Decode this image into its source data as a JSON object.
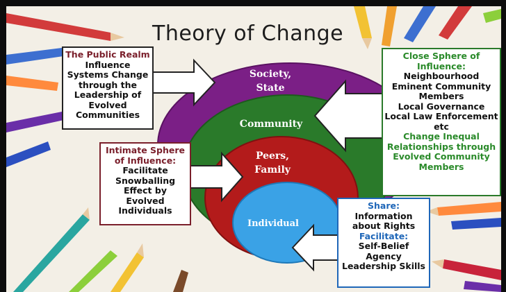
{
  "title": "Theory of Change",
  "rings": {
    "society": [
      "Society,",
      "State"
    ],
    "community": "Community",
    "peers": [
      "Peers,",
      "Family"
    ],
    "individual": "Individual"
  },
  "public_realm": {
    "lines": [
      "The Public Realm",
      "Influence",
      "Systems Change",
      "through the",
      "Leadership of",
      "Evolved",
      "Communities"
    ]
  },
  "intimate": {
    "heading": [
      "Intimate Sphere",
      "of Influence:"
    ],
    "lines": [
      "Facilitate",
      "Snowballing",
      "Effect by",
      "Evolved",
      "Individuals"
    ]
  },
  "close": {
    "heading": [
      "Close Sphere of",
      "Influence:"
    ],
    "lines": [
      "Neighbourhood",
      "Eminent Community",
      "Members",
      "Local Governance",
      "Local Law Enforcement",
      "etc"
    ],
    "tail": [
      "Change Inequal",
      "Relationships through",
      "Evolved Community",
      "Members"
    ]
  },
  "share": {
    "heading": "Share:",
    "lines1": [
      "Information",
      "about Rights"
    ],
    "heading2": "Facilitate:",
    "lines2": [
      "Self-Belief",
      "Agency",
      "Leadership Skills"
    ]
  },
  "colors": {
    "purple": "#7b1f86",
    "green": "#2a7a2a",
    "red": "#b31b1b",
    "blue": "#3aa2e6",
    "maroon": "#7a1f2b",
    "green_text": "#2a8a2a",
    "blue_text": "#1e66b8"
  }
}
